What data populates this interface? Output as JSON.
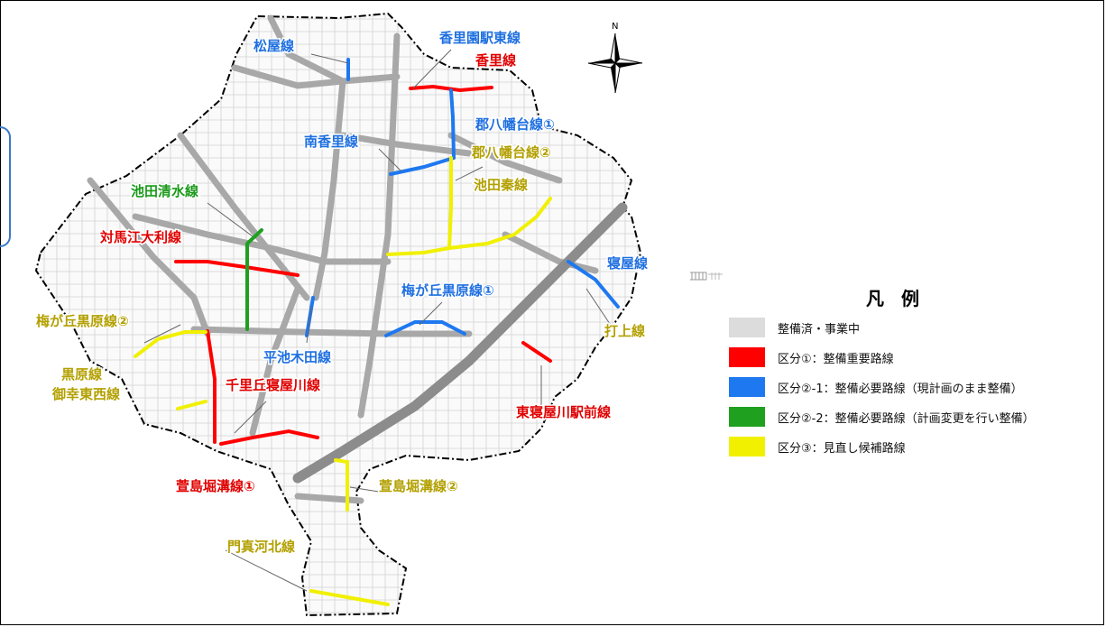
{
  "map": {
    "labels": {
      "matsuya": "松屋線",
      "korien_eki_higashi": "香里園駅東線",
      "kori": "香里線",
      "minami_kori": "南香里線",
      "kohachimandai_1": "郡八幡台線①",
      "kohachimandai_2": "郡八幡台線②",
      "ikeda_hata": "池田秦線",
      "ikeda_shimizu": "池田清水線",
      "tsushimae_ori": "対馬江大利線",
      "neya": "寝屋線",
      "umegaoka_kurohara_1": "梅が丘黒原線①",
      "umegaoka_kurohara_2": "梅が丘黒原線②",
      "uchiage": "打上線",
      "hiraike_kida": "平池木田線",
      "kurohara": "黒原線",
      "miyuki_tozai": "御幸東西線",
      "senrioka_neyagawa": "千里丘寝屋川線",
      "higashi_neyagawa_ekimae": "東寝屋川駅前線",
      "kayashima_horimizo_1": "萱島堀溝線①",
      "kayashima_horimizo_2": "萱島堀溝線②",
      "kadoma_kawakita": "門真河北線"
    },
    "north_label": "N"
  },
  "legend": {
    "title": "凡 例",
    "items": [
      {
        "label": "整備済・事業中",
        "color": "#dcdcdc"
      },
      {
        "label": "区分①：整備重要路線",
        "color": "#ff0000"
      },
      {
        "label": "区分②-1：整備必要路線（現計画のまま整備）",
        "color": "#1e78f0"
      },
      {
        "label": "区分②-2：整備必要路線（計画変更を行い整備）",
        "color": "#1fa01f"
      },
      {
        "label": "区分③：見直し候補路線",
        "color": "#f0f000"
      }
    ]
  },
  "colors": {
    "red": "#ff0000",
    "blue": "#1e78f0",
    "green": "#1fa01f",
    "yellow": "#f0f000",
    "olive": "#b3a000",
    "blue_text": "#1e6fe0",
    "red_text": "#e00000",
    "green_text": "#1a9a1a"
  }
}
